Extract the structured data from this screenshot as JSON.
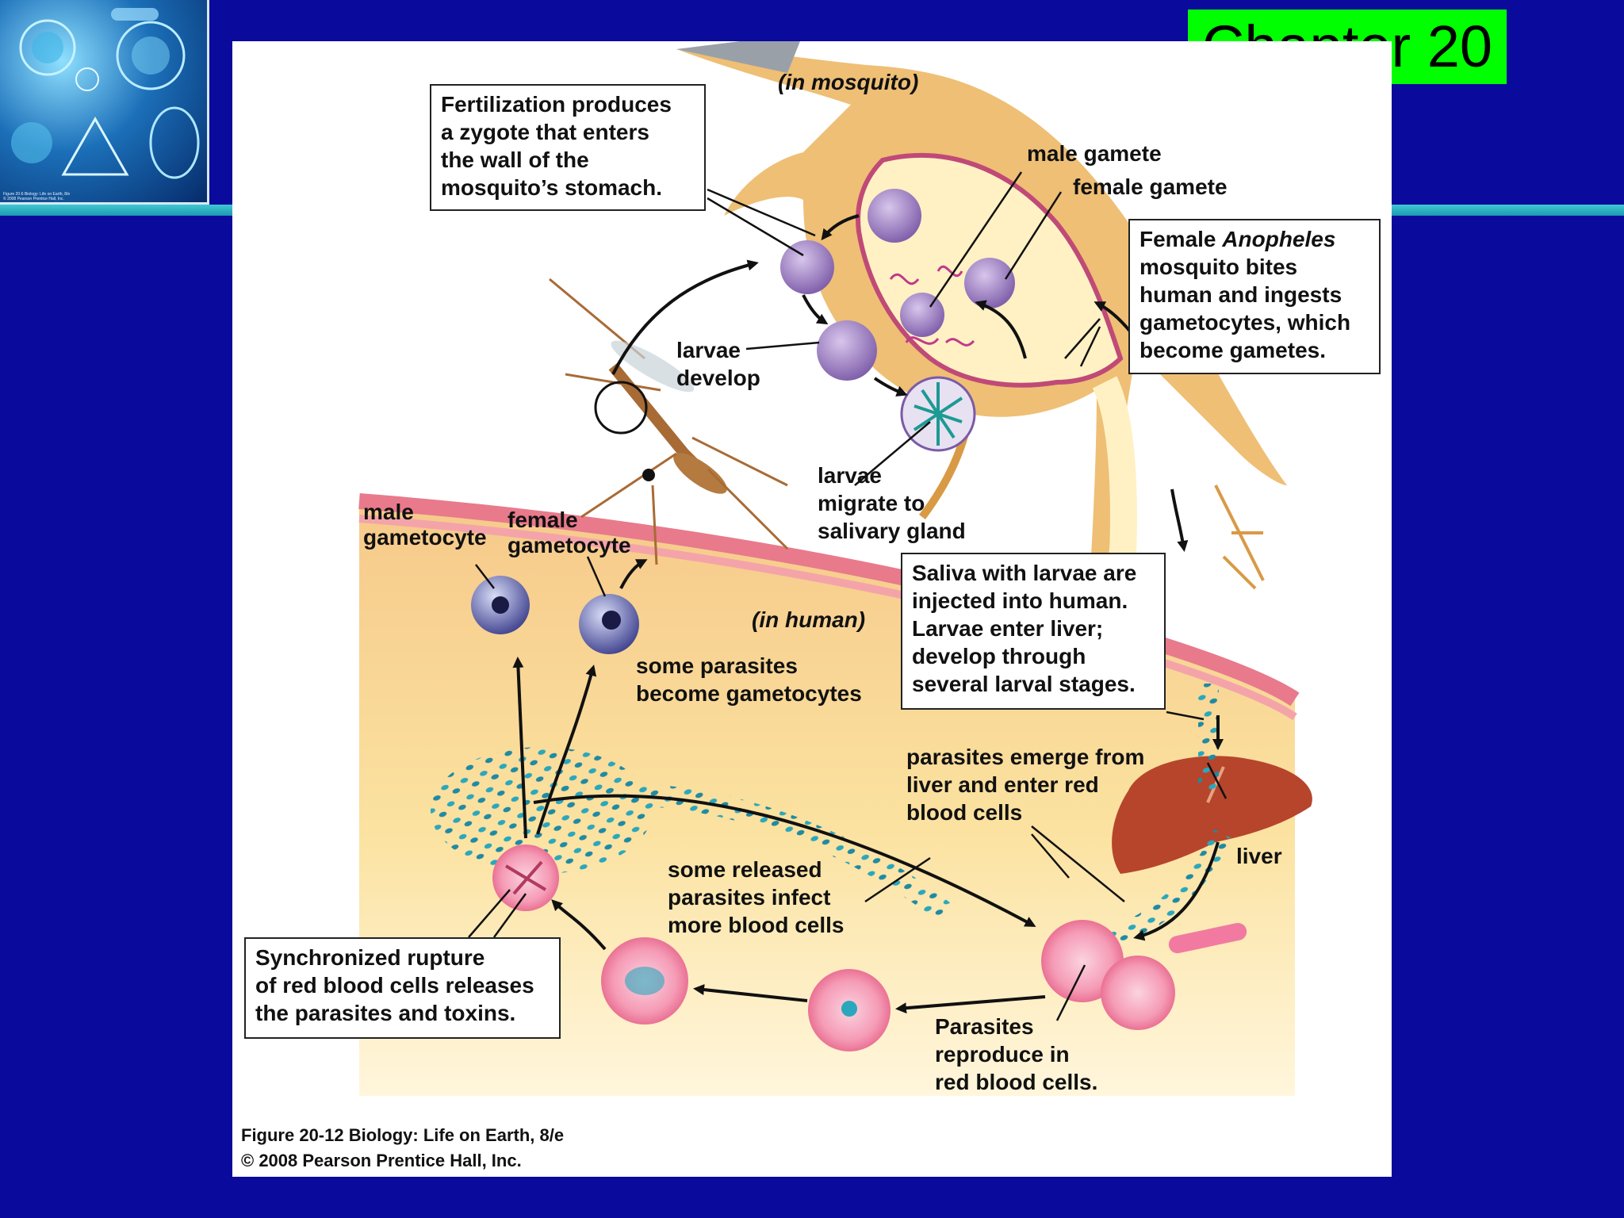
{
  "slide": {
    "chapter_label": "Chapter 20",
    "thumbnail_caption_1": "Figure 20-6 Biology: Life on Earth, 8/e",
    "thumbnail_caption_2": "© 2008 Pearson Prentice Hall, Inc.",
    "accent_green": "#00ff00",
    "background_blue": "#0a0a9c",
    "bar_teal": "#2bb3c2"
  },
  "diagram": {
    "region_mosquito": "(in mosquito)",
    "region_human": "(in human)",
    "labels": {
      "male_gamete": "male gamete",
      "female_gamete": "female gamete",
      "larvae_develop": "larvae\ndevelop",
      "larvae_migrate": "larvae\nmigrate to\nsalivary gland",
      "male_gametocyte": "male\ngametocyte",
      "female_gametocyte": "female\ngametocyte",
      "some_parasites_gametocytes": "some parasites\nbecome gametocytes",
      "parasites_emerge": "parasites emerge from\nliver and enter red\nblood cells",
      "liver": "liver",
      "some_released": "some released\nparasites infect\nmore blood cells",
      "parasites_reproduce": "Parasites\nreproduce in\nred blood cells."
    },
    "boxes": {
      "fertilization": "Fertilization produces\na zygote that enters\nthe wall of the\nmosquito’s stomach.",
      "female_anopheles_pre": "Female ",
      "female_anopheles_italic": "Anopheles",
      "female_anopheles_post": "\nmosquito bites\nhuman and ingests\ngametocytes, which\nbecome gametes.",
      "saliva": "Saliva with larvae are\ninjected into human.\nLarvae enter liver;\ndevelop through\nseveral larval stages.",
      "rupture": "Synchronized rupture\nof red blood cells releases\nthe parasites and toxins."
    },
    "caption_line_1": "Figure 20-12  Biology: Life on Earth, 8/e",
    "caption_line_2": "© 2008 Pearson Prentice Hall, Inc."
  }
}
